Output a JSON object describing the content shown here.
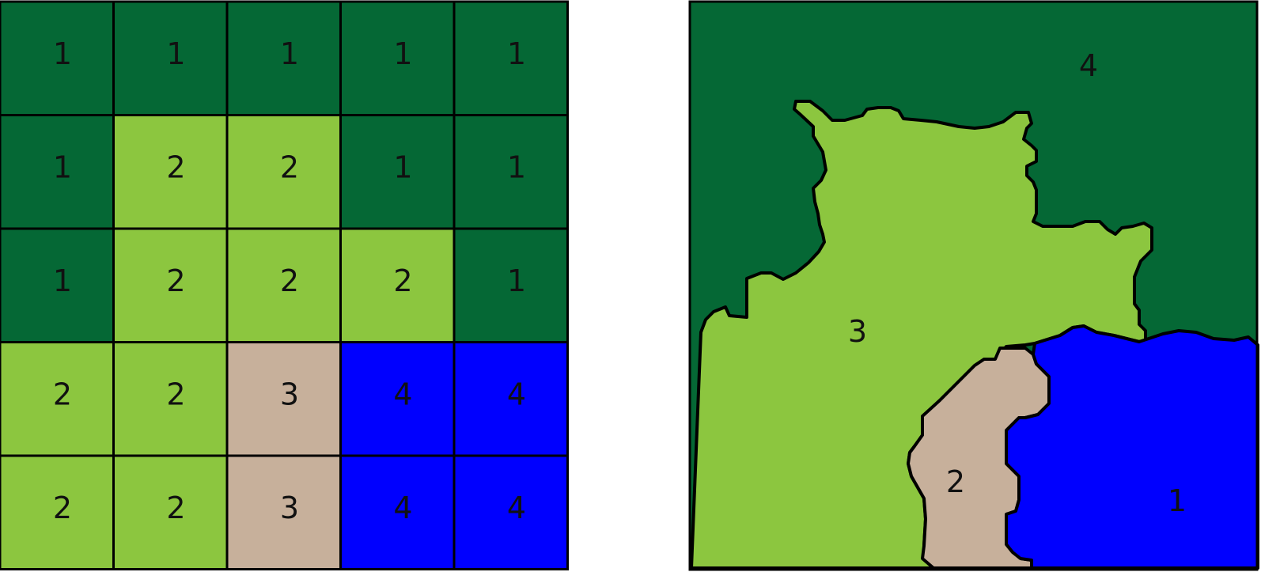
{
  "colors": {
    "dark_green": "#056835",
    "light_green": "#8cc63f",
    "tan": "#c7b09b",
    "blue": "#0000ff",
    "outline": "#000000"
  },
  "raster_grid": {
    "rows": 5,
    "cols": 5,
    "cells": [
      [
        {
          "value": "1",
          "color": "dark_green"
        },
        {
          "value": "1",
          "color": "dark_green"
        },
        {
          "value": "1",
          "color": "dark_green"
        },
        {
          "value": "1",
          "color": "dark_green"
        },
        {
          "value": "1",
          "color": "dark_green"
        }
      ],
      [
        {
          "value": "1",
          "color": "dark_green"
        },
        {
          "value": "2",
          "color": "light_green"
        },
        {
          "value": "2",
          "color": "light_green"
        },
        {
          "value": "1",
          "color": "dark_green"
        },
        {
          "value": "1",
          "color": "dark_green"
        }
      ],
      [
        {
          "value": "1",
          "color": "dark_green"
        },
        {
          "value": "2",
          "color": "light_green"
        },
        {
          "value": "2",
          "color": "light_green"
        },
        {
          "value": "2",
          "color": "light_green"
        },
        {
          "value": "1",
          "color": "dark_green"
        }
      ],
      [
        {
          "value": "2",
          "color": "light_green"
        },
        {
          "value": "2",
          "color": "light_green"
        },
        {
          "value": "3",
          "color": "tan"
        },
        {
          "value": "4",
          "color": "blue"
        },
        {
          "value": "4",
          "color": "blue"
        }
      ],
      [
        {
          "value": "2",
          "color": "light_green"
        },
        {
          "value": "2",
          "color": "light_green"
        },
        {
          "value": "3",
          "color": "tan"
        },
        {
          "value": "4",
          "color": "blue"
        },
        {
          "value": "4",
          "color": "blue"
        }
      ]
    ]
  },
  "vector_map": {
    "regions": [
      {
        "id": "dark-green-region",
        "label": "4",
        "color": "dark_green"
      },
      {
        "id": "light-green-region",
        "label": "3",
        "color": "light_green"
      },
      {
        "id": "tan-region",
        "label": "2",
        "color": "tan"
      },
      {
        "id": "blue-region",
        "label": "1",
        "color": "blue"
      }
    ]
  }
}
